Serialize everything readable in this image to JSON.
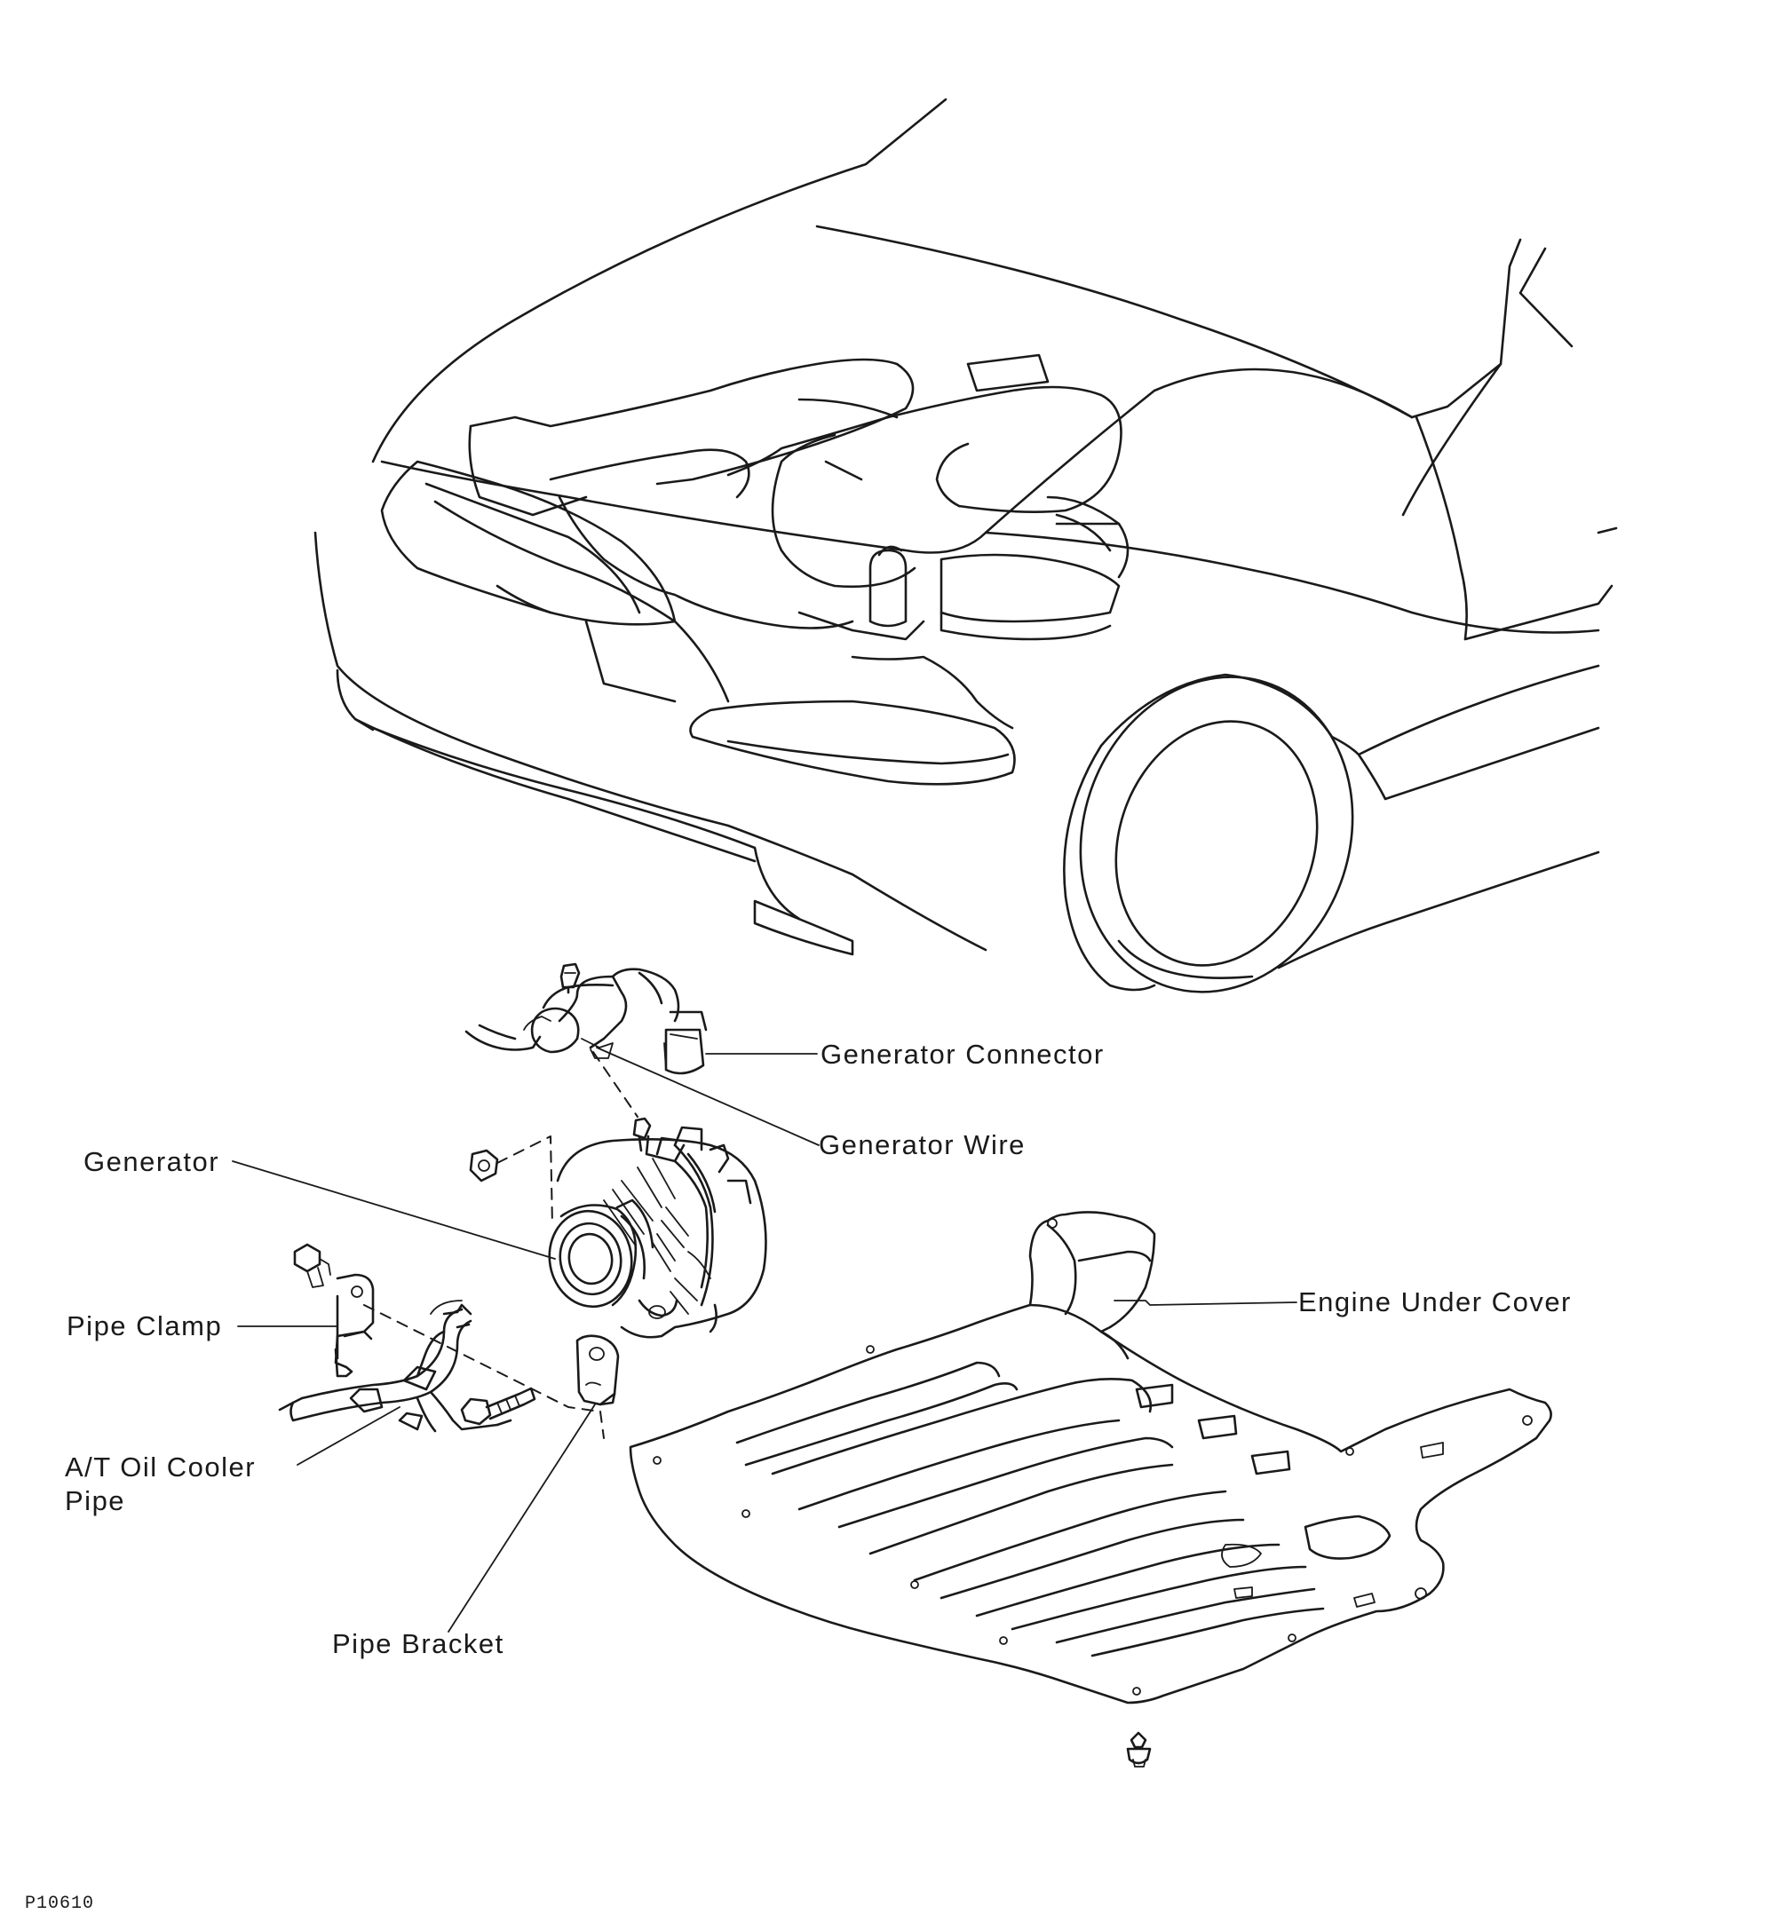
{
  "figure_code": "P10610",
  "labels": {
    "generator_connector": "Generator Connector",
    "generator_wire": "Generator Wire",
    "generator": "Generator",
    "pipe_clamp": "Pipe Clamp",
    "engine_under_cover": "Engine Under Cover",
    "at_oil_cooler_pipe_line1": "A/T Oil Cooler",
    "at_oil_cooler_pipe_line2": "Pipe",
    "pipe_bracket": "Pipe Bracket"
  }
}
